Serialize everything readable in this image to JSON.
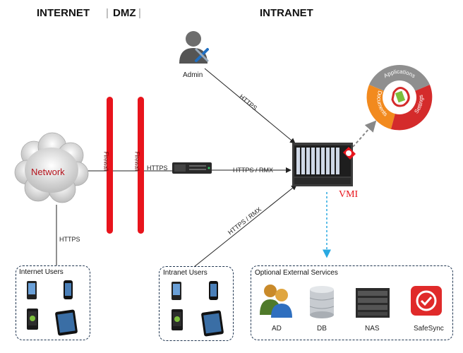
{
  "zones": {
    "internet": "INTERNET",
    "dmz": "DMZ",
    "intranet": "INTRANET",
    "sep": "|"
  },
  "nodes": {
    "network": "Network",
    "admin": "Admin",
    "vmi": "VMI",
    "firewall": "Firewall"
  },
  "links": {
    "admin_link": "HTTPS",
    "network_firewall": "HTTPS",
    "gateway_vmi": "HTTPS / RMX",
    "intranet_vmi": "HTTPS / RMX",
    "internet_users_link": "HTTPS"
  },
  "wheel": {
    "top": "Applications",
    "left": "Documents",
    "right": "Settings"
  },
  "groups": {
    "internet_users": "Internet Users",
    "intranet_users": "Intranet Users",
    "optional": "Optional External Services"
  },
  "services": [
    "AD",
    "DB",
    "NAS",
    "SafeSync"
  ],
  "colors": {
    "firewall": "#e8141c",
    "dashed_box": "#1f3550",
    "optional_link": "#29a9e1",
    "vmi_label": "#e8141c"
  }
}
